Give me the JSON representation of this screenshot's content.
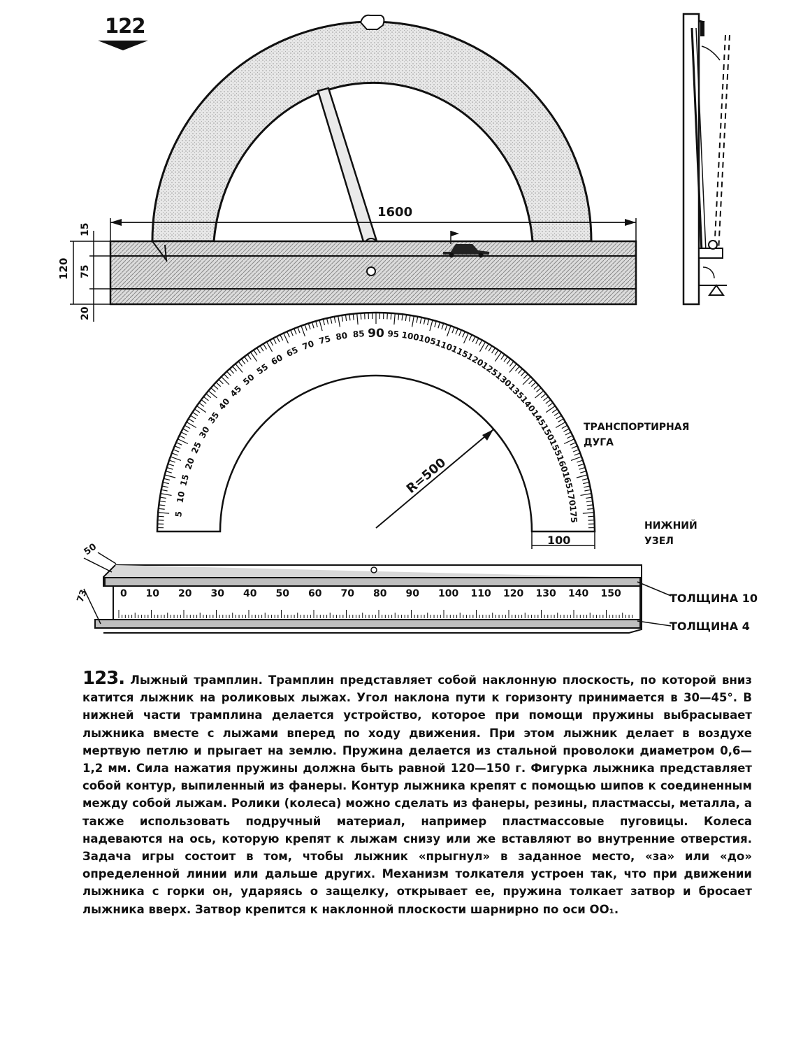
{
  "page": {
    "number": "122"
  },
  "figure_top": {
    "width_dim": "1600",
    "heights": {
      "total": "120",
      "top": "15",
      "middle": "75",
      "bottom": "20"
    }
  },
  "figure_protractor": {
    "radius_label": "R=500",
    "arc_label": "ТРАНСПОРТИРНАЯ\nДУГА",
    "arc_label_lines": [
      "ТРАНСПОРТИРНАЯ",
      "ДУГА"
    ],
    "base_width": "100",
    "node_label_lines": [
      "НИЖНИЙ",
      "УЗЕЛ"
    ],
    "degree_ticks": [
      "5",
      "10",
      "15",
      "20",
      "25",
      "30",
      "35",
      "40",
      "45",
      "50",
      "55",
      "60",
      "65",
      "70",
      "75",
      "80",
      "85",
      "90",
      "95",
      "100",
      "105",
      "110",
      "115",
      "120",
      "125",
      "130",
      "135",
      "140",
      "145",
      "150",
      "155",
      "160",
      "165",
      "170",
      "175"
    ]
  },
  "figure_ruler": {
    "dim_width": "50",
    "dim_height": "73",
    "scale": [
      "0",
      "10",
      "20",
      "30",
      "40",
      "50",
      "60",
      "70",
      "80",
      "90",
      "100",
      "110",
      "120",
      "130",
      "140",
      "150"
    ],
    "thickness_top": "ТОЛЩИНА 10",
    "thickness_bottom": "ТОЛЩИНА 4"
  },
  "caption": {
    "number": "123.",
    "title": "Лыжный трамплин.",
    "text": "Трамплин представляет собой наклонную плоскость, по которой вниз катится лыжник на роликовых лыжах. Угол наклона пути к горизонту принимается в 30—45°. В нижней части трамплина делается устройство, которое при помощи пружины выбрасывает лыжника вместе с лыжами вперед по ходу движения. При этом лыжник делает в воздухе мертвую петлю и прыгает на землю. Пружина делается из стальной проволоки диаметром 0,6—1,2 мм. Сила нажатия пружины должна быть равной 120—150 г. Фигурка лыжника представляет собой контур, выпиленный из фанеры. Контур лыжника крепят с помощью шипов к соединенным между собой лыжам. Ролики (колеса) можно сделать из фанеры, резины, пластмассы, металла, а также использовать подручный материал, например пластмассовые пуговицы. Колеса надеваются на ось, которую крепят к лыжам снизу или же вставляют во внутренние отверстия. Задача игры состоит в том, чтобы лыжник «прыгнул» в заданное место, «за» или «до» определенной линии или дальше других. Механизм толкателя устроен так, что при движении лыжника с горки он, ударяясь о защелку, открывает ее, пружина толкает затвор и бросает лыжника вверх. Затвор крепится к наклонной плоскости шарнирно по оси OO₁."
  }
}
